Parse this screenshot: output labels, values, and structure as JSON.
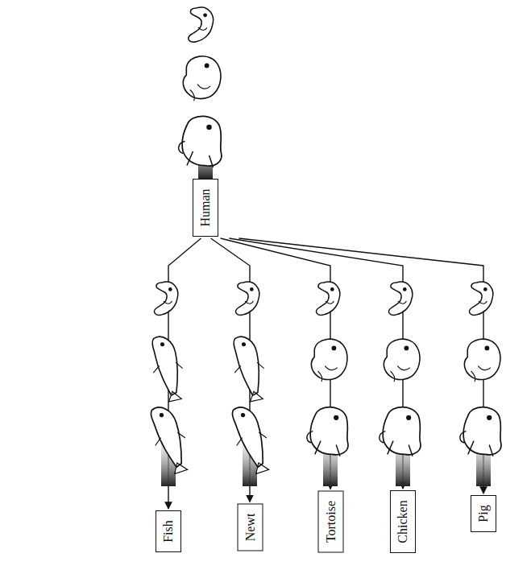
{
  "diagram": {
    "nodes": [
      {
        "text": [
          "Human"
        ]
      },
      {
        "text": [
          "Fish"
        ]
      },
      {
        "text": [
          "Newt"
        ]
      },
      {
        "text": [
          "Tortoise"
        ]
      },
      {
        "text": [
          "Chicken"
        ]
      },
      {
        "text": [
          "Pig"
        ]
      }
    ],
    "edges": [
      {
        "from": 0,
        "to": 1,
        "arrow": "to"
      },
      {
        "from": 0,
        "to": 2,
        "arrow": "to"
      },
      {
        "from": 0,
        "to": 3,
        "arrow": "to"
      },
      {
        "from": 0,
        "to": 4,
        "arrow": "to"
      },
      {
        "from": 0,
        "to": 5,
        "arrow": "to"
      }
    ]
  }
}
